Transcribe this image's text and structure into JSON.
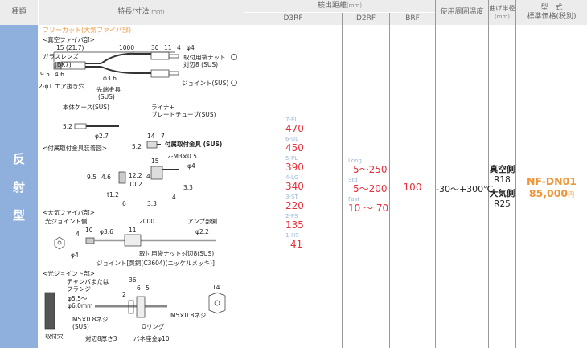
{
  "header": {
    "type": "種類",
    "features": "特長/寸法",
    "features_unit": "(mm)",
    "detect": "検出距離",
    "detect_unit": "(mm)",
    "d3rf": "D3RF",
    "d2rf": "D2RF",
    "brf": "BRF",
    "temp": "使用周囲温度",
    "bend": "曲げ半径",
    "bend_unit": "(mm)",
    "model": "型　式",
    "price": "標準価格(税別)"
  },
  "type": [
    "反",
    "射",
    "型"
  ],
  "diagram": {
    "title": "フリーカット(大気ファイバ部)",
    "vac": {
      "title": "<真空ファイバ部>",
      "dims": [
        "15 (21.7)",
        "1000",
        "30",
        "4",
        "11",
        "φ4",
        "9.5",
        "4.6",
        "φ3.6",
        "5.2",
        "φ2.7"
      ],
      "labels": [
        "ガラスレンズ",
        "(BK7)",
        "2-φ1 エア抜き穴",
        "先端金具",
        "(SUS)",
        "本体ケース(SUS)",
        "取付用袋ナット",
        "対辺8 (SUS)",
        "ジョイント(SUS)",
        "ライナ+",
        "ブレードチューブ(SUS)"
      ]
    },
    "mount": {
      "title": "<付属取付金具装着図>",
      "dims": [
        "14",
        "7",
        "5.2",
        "15",
        "2-M3×0.5",
        "φ4",
        "9.5",
        "4.6",
        "12.2",
        "10.2",
        "t1.2",
        "6",
        "4",
        "3.3",
        "3.3",
        "4"
      ],
      "label": "付属取付金具 (SUS)"
    },
    "atm": {
      "title": "<大気ファイバ部>",
      "dims": [
        "10",
        "4",
        "φ3.6",
        "2000",
        "11",
        "φ2.2",
        "φ4"
      ],
      "labels": [
        "光ジョイント側",
        "アンプ部側",
        "取付用袋ナット対辺8(SUS)",
        "ジョイント[黄銅(C3604)(ニッケルメッキ)]"
      ]
    },
    "joint": {
      "title": "<光ジョイント部>",
      "dims": [
        "36",
        "2",
        "6",
        "5",
        "14"
      ],
      "labels": [
        "チャンバまたは",
        "フランジ",
        "φ5.5〜",
        "φ6.0mm",
        "穴",
        "取付穴",
        "M5×0.8ネジ",
        "(SUS)",
        "対辺8厚さ3",
        "バネ座金φ10",
        "Oリング",
        "M5×0.8ネジ"
      ]
    }
  },
  "d3rf": [
    {
      "mode": "7-EL",
      "value": "470"
    },
    {
      "mode": "6-UL",
      "value": "450"
    },
    {
      "mode": "5-PL",
      "value": "390"
    },
    {
      "mode": "4-LG",
      "value": "340"
    },
    {
      "mode": "3-ST",
      "value": "220"
    },
    {
      "mode": "2-FS",
      "value": "135"
    },
    {
      "mode": "1-HS",
      "value": "41"
    }
  ],
  "d2rf": [
    {
      "mode": "Long",
      "value": "5〜250"
    },
    {
      "mode": "Std",
      "value": "5〜200"
    },
    {
      "mode": "Fast",
      "value": "10 〜 70"
    }
  ],
  "brf": "100",
  "temp": "-30〜+300℃",
  "bend": [
    {
      "side": "真空側",
      "value": "R18"
    },
    {
      "side": "大気側",
      "value": "R25"
    }
  ],
  "model": "NF-DN01",
  "price": "85,000",
  "price_unit": "円",
  "colors": {
    "accent": "#f0963a",
    "value": "#e8303a",
    "type_bg": "#8fb0dc"
  }
}
